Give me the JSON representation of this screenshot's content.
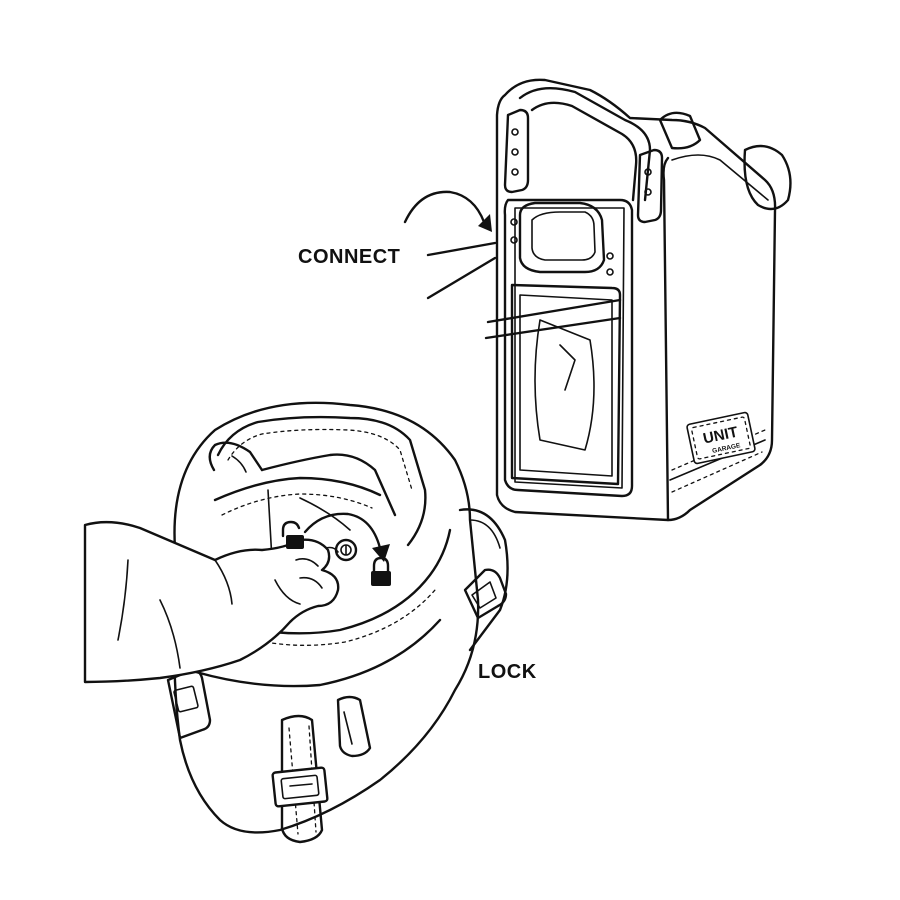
{
  "labels": {
    "connect": "CONNECT",
    "lock": "LOCK"
  },
  "badge": {
    "brand": "UNIT",
    "sub": "GARAGE"
  },
  "icons": [
    "curved-arrow-icon",
    "unlocked-padlock-icon",
    "locked-padlock-icon"
  ],
  "colors": {
    "ink": "#111111",
    "background": "#ffffff"
  }
}
